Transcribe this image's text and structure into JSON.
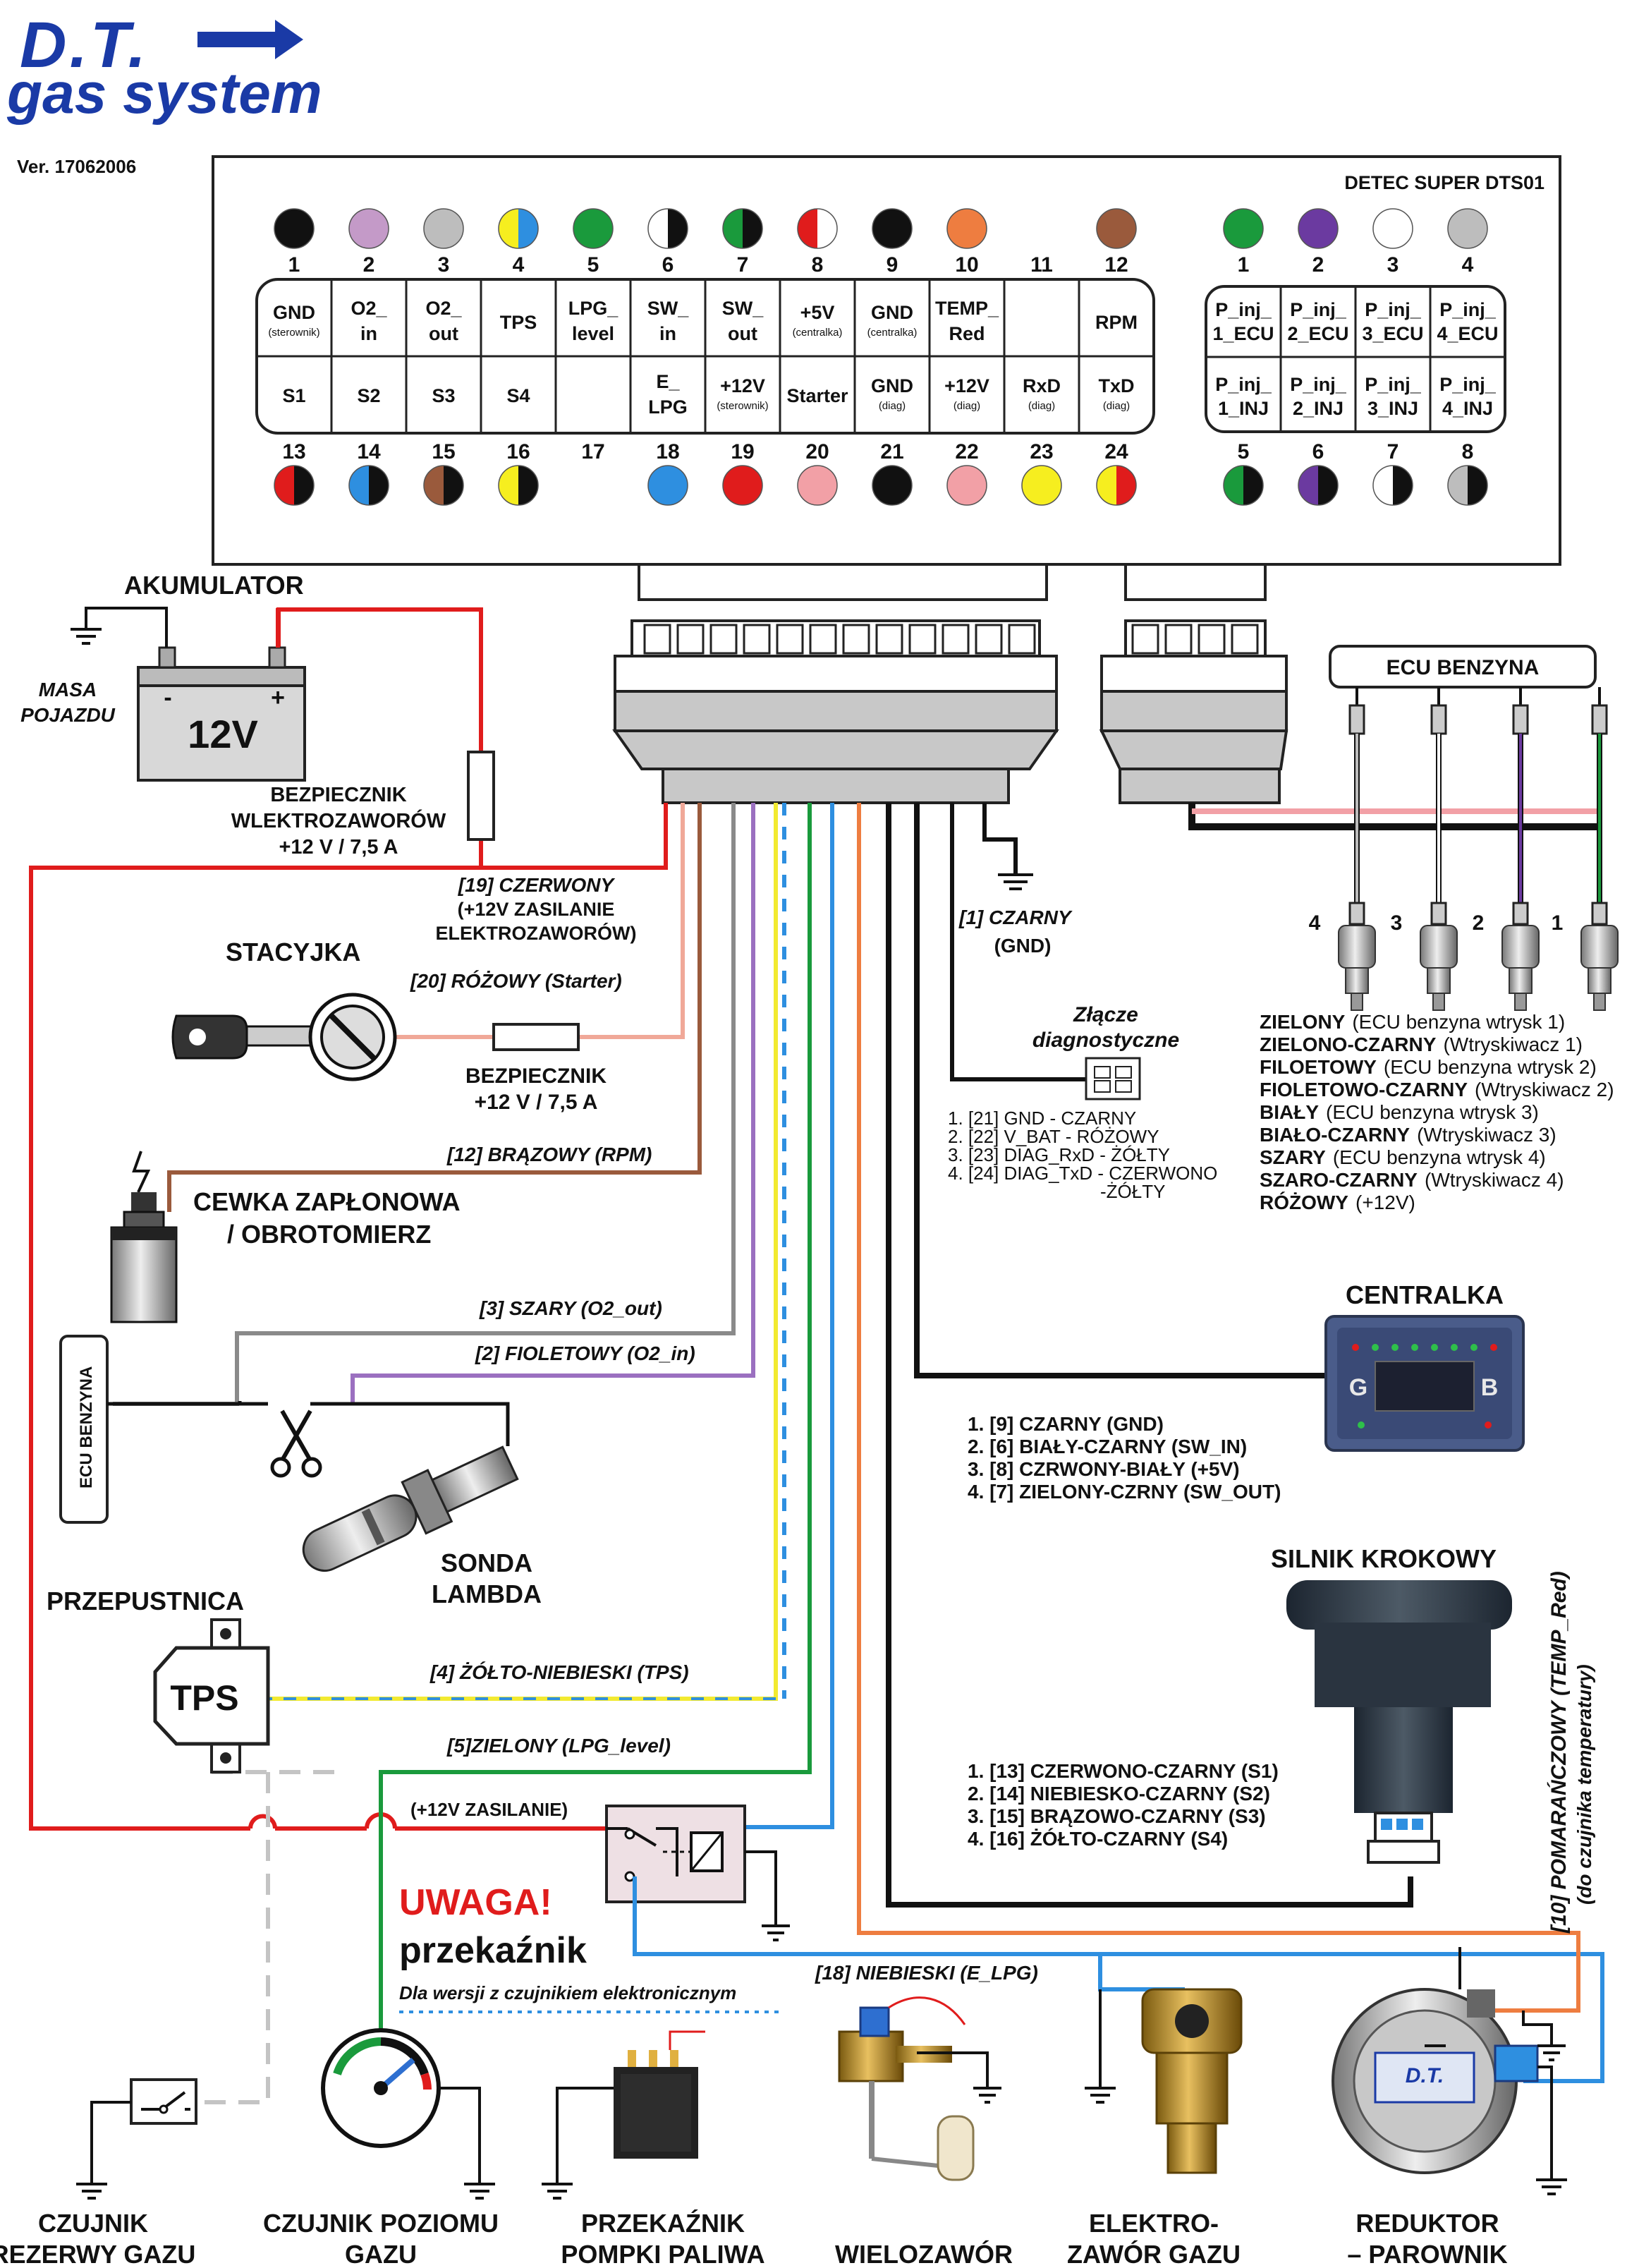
{
  "logo": {
    "line1": "D.T.",
    "line2": "gas system"
  },
  "version": "Ver. 17062006",
  "ecu_model": "DETEC SUPER DTS01",
  "connector_main": {
    "top_pins": [
      "1",
      "2",
      "3",
      "4",
      "5",
      "6",
      "7",
      "8",
      "9",
      "10",
      "11",
      "12"
    ],
    "top_colors": [
      "#111111",
      "#c49ac8",
      "#bdbdbd",
      "split:#f6ee1f:#2e8fe0",
      "#1a9a3c",
      "split:#ffffff:#111111",
      "split:#1a9a3c:#111111",
      "split:#e01c1c:#ffffff",
      "#111111",
      "#ee7d40",
      "",
      "#9a5a3c"
    ],
    "row1": [
      {
        "main": "GND",
        "sub": "(sterownik)"
      },
      {
        "main": "O2_",
        "sub2": "in"
      },
      {
        "main": "O2_",
        "sub2": "out"
      },
      {
        "main": "TPS"
      },
      {
        "main": "LPG_",
        "sub2": "level"
      },
      {
        "main": "SW_",
        "sub2": "in"
      },
      {
        "main": "SW_",
        "sub2": "out"
      },
      {
        "main": "+5V",
        "sub": "(centralka)"
      },
      {
        "main": "GND",
        "sub": "(centralka)"
      },
      {
        "main": "TEMP_",
        "sub2": "Red"
      },
      {
        "main": ""
      },
      {
        "main": "RPM"
      }
    ],
    "row2": [
      {
        "main": "S1"
      },
      {
        "main": "S2"
      },
      {
        "main": "S3"
      },
      {
        "main": "S4"
      },
      {
        "main": ""
      },
      {
        "main": "E_",
        "sub2": "LPG"
      },
      {
        "main": "+12V",
        "sub": "(sterownik)"
      },
      {
        "main": "Starter"
      },
      {
        "main": "GND",
        "sub": "(diag)"
      },
      {
        "main": "+12V",
        "sub": "(diag)"
      },
      {
        "main": "RxD",
        "sub": "(diag)"
      },
      {
        "main": "TxD",
        "sub": "(diag)"
      }
    ],
    "bottom_pins": [
      "13",
      "14",
      "15",
      "16",
      "17",
      "18",
      "19",
      "20",
      "21",
      "22",
      "23",
      "24"
    ],
    "bottom_colors": [
      "split:#e01c1c:#111111",
      "split:#2e8fe0:#111111",
      "split:#9a5a3c:#111111",
      "split:#f6ee1f:#111111",
      "",
      "#2e8fe0",
      "#e01c1c",
      "#f2a0a6",
      "#111111",
      "#f2a0a6",
      "#f6ee1f",
      "split:#f6ee1f:#e01c1c"
    ]
  },
  "connector_inj": {
    "top_pins": [
      "1",
      "2",
      "3",
      "4"
    ],
    "top_colors": [
      "#1a9a3c",
      "#6b3aa0",
      "#ffffff",
      "#bdbdbd"
    ],
    "row1": [
      {
        "a": "P_inj_",
        "b": "1_ECU"
      },
      {
        "a": "P_inj_",
        "b": "2_ECU"
      },
      {
        "a": "P_inj_",
        "b": "3_ECU"
      },
      {
        "a": "P_inj_",
        "b": "4_ECU"
      }
    ],
    "row2": [
      {
        "a": "P_inj_",
        "b": "1_INJ"
      },
      {
        "a": "P_inj_",
        "b": "2_INJ"
      },
      {
        "a": "P_inj_",
        "b": "3_INJ"
      },
      {
        "a": "P_inj_",
        "b": "4_INJ"
      }
    ],
    "bottom_pins": [
      "5",
      "6",
      "7",
      "8"
    ],
    "bottom_colors": [
      "split:#1a9a3c:#111111",
      "split:#6b3aa0:#111111",
      "split:#ffffff:#111111",
      "split:#bdbdbd:#111111"
    ]
  },
  "labels": {
    "akumulator": "AKUMULATOR",
    "masa_1": "MASA",
    "masa_2": "POJAZDU",
    "battery_voltage": "12V",
    "battery_minus": "-",
    "battery_plus": "+",
    "fuse1_1": "BEZPIECZNIK",
    "fuse1_2": "WLEKTROZAWORÓW",
    "fuse1_3": "+12 V / 7,5 A",
    "stacyjka": "STACYJKA",
    "fuse2_1": "BEZPIECZNIK",
    "fuse2_2": "+12 V / 7,5 A",
    "cewka_1": "CEWKA ZAPŁONOWA",
    "cewka_2": "/ OBROTOMIERZ",
    "ecu_benzyna_vertical": "ECU BENZYNA",
    "sonda_1": "SONDA",
    "sonda_2": "LAMBDA",
    "przepustnica": "PRZEPUSTNICA",
    "tps": "TPS",
    "ecu_benzyna": "ECU BENZYNA",
    "injector_numbers": [
      "4",
      "3",
      "2",
      "1"
    ],
    "zlacze_1": "Złącze",
    "zlacze_2": "diagnostyczne",
    "centralka": "CENTRALKA",
    "centralka_g": "G",
    "centralka_b": "B",
    "silnik": "SILNIK KROKOWY",
    "plus12_zasilanie": "(+12V ZASILANIE)",
    "uwaga": "UWAGA!",
    "przekaznik": "przekaźnik",
    "dla_wersji": "Dla wersji z czujnikiem elektronicznym"
  },
  "wires": {
    "w19_1": "[19] CZERWONY",
    "w19_2": "(+12V ZASILANIE",
    "w19_3": "ELEKTROZAWORÓW)",
    "w20": "[20] RÓŻOWY (Starter)",
    "w12": "[12] BRĄZOWY (RPM)",
    "w3": "[3] SZARY (O2_out)",
    "w2": "[2] FIOLETOWY (O2_in)",
    "w4": "[4] ŻÓŁTO-NIEBIESKI (TPS)",
    "w5": "[5]ZIELONY (LPG_level)",
    "w18": "[18] NIEBIESKI (E_LPG)",
    "w1_1": "[1] CZARNY",
    "w1_2": "(GND)",
    "w10_1": "[10] POMARAŃCZOWY (TEMP_Red)",
    "w10_2": "(do czujnika temperatury)"
  },
  "diag_list": [
    "1. [21] GND - CZARNY",
    "2. [22] V_BAT - RÓŻOWY",
    "3. [23] DIAG_RxD - ŻÓŁTY",
    "4. [24] DIAG_TxD - CZERWONO",
    "-ŻÓŁTY"
  ],
  "ecu_legend": [
    {
      "color": "ZIELONY",
      "desc": "(ECU benzyna wtrysk 1)"
    },
    {
      "color": "ZIELONO-CZARNY",
      "desc": "(Wtryskiwacz 1)"
    },
    {
      "color": "FILOETOWY",
      "desc": "(ECU benzyna wtrysk 2)"
    },
    {
      "color": "FIOLETOWO-CZARNY",
      "desc": "(Wtryskiwacz 2)"
    },
    {
      "color": "BIAŁY",
      "desc": "(ECU benzyna wtrysk 3)"
    },
    {
      "color": "BIAŁO-CZARNY",
      "desc": "(Wtryskiwacz 3)"
    },
    {
      "color": "SZARY",
      "desc": "(ECU benzyna wtrysk 4)"
    },
    {
      "color": "SZARO-CZARNY",
      "desc": "(Wtryskiwacz 4)"
    },
    {
      "color": "RÓŻOWY",
      "desc": "(+12V)"
    }
  ],
  "centralka_list": [
    "1. [9] CZARNY (GND)",
    "2. [6] BIAŁY-CZARNY (SW_IN)",
    "3. [8] CZRWONY-BIAŁY (+5V)",
    "4. [7] ZIELONY-CZRNY (SW_OUT)"
  ],
  "silnik_list": [
    "1. [13] CZERWONO-CZARNY (S1)",
    "2. [14] NIEBIESKO-CZARNY (S2)",
    "3. [15] BRĄZOWO-CZARNY (S3)",
    "4. [16] ŻÓŁTO-CZARNY (S4)"
  ],
  "bottom": {
    "c1_1": "CZUJNIK",
    "c1_2": "REZERWY GAZU",
    "c2_1": "CZUJNIK POZIOMU",
    "c2_2": "GAZU",
    "c3_1": "PRZEKAŹNIK",
    "c3_2": "POMPKI PALIWA",
    "c4_1": "WIELOZAWÓR",
    "c5_1": "ELEKTRO-",
    "c5_2": "ZAWÓR GAZU",
    "c6_1": "REDUKTOR",
    "c6_2": "– PAROWNIK"
  }
}
